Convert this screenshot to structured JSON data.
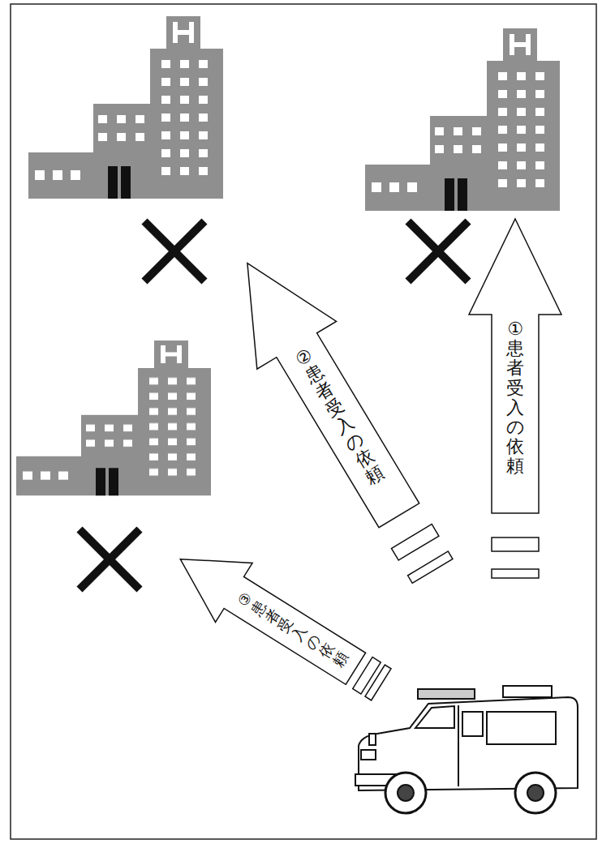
{
  "diagram": {
    "nodes": [
      {
        "text": [
          "①患者受入の依頼"
        ]
      },
      {
        "text": [
          "②患者受入の依頼"
        ]
      },
      {
        "text": [
          "③患者受入の依頼"
        ]
      }
    ]
  }
}
